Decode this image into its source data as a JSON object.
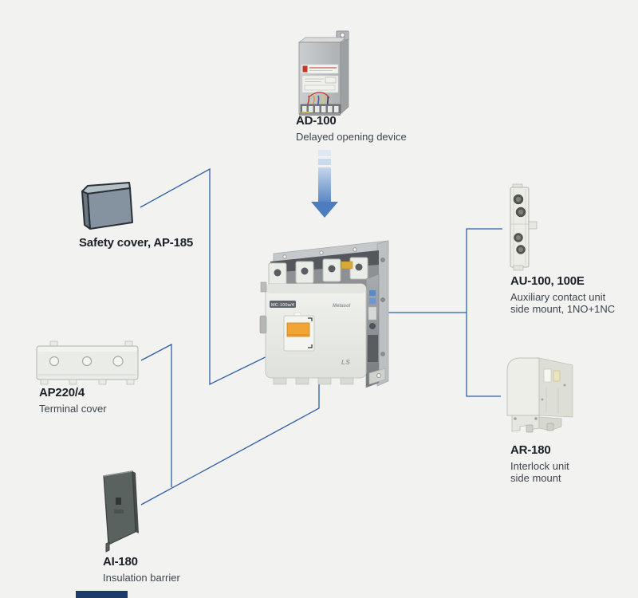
{
  "diagram": {
    "background": "#f2f3f1",
    "connector_color": "#2d5ea7",
    "arrow_color": "#4b7dbf",
    "heading_color": "#1c2128",
    "desc_color": "#3e454d",
    "footer_bar_color": "#1e3a6d"
  },
  "center_device": {
    "model_label": "MC-100a/4",
    "brand": "Metasol",
    "logo": "LS"
  },
  "accessories": {
    "ad100": {
      "name": "AD-100",
      "desc": "Delayed opening device"
    },
    "ap185": {
      "name": "Safety cover, AP-185"
    },
    "au100": {
      "name": "AU-100, 100E",
      "desc_line1": "Auxiliary contact unit",
      "desc_line2": "side mount, 1NO+1NC"
    },
    "ap220_4": {
      "name": "AP220/4",
      "desc": "Terminal cover"
    },
    "ar180": {
      "name": "AR-180",
      "desc_line1": "Interlock unit",
      "desc_line2": "side mount"
    },
    "ai180": {
      "name": "AI-180",
      "desc": "Insulation barrier"
    }
  }
}
